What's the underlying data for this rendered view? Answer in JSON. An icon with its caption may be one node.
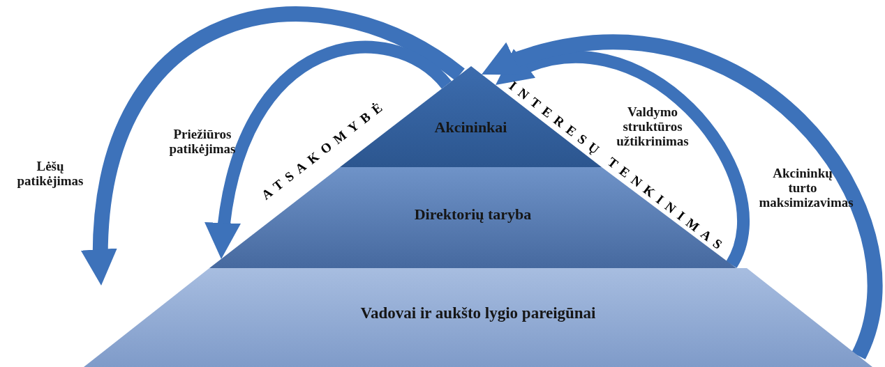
{
  "diagram": {
    "nodes": [
      {
        "text": [
          "Akcininkai"
        ]
      },
      {
        "text": [
          "Direktorių taryba"
        ]
      },
      {
        "text": [
          "Vadovai ir aukšto lygio pareigūnai"
        ]
      }
    ],
    "edges": [
      {
        "from": 0,
        "to": 2,
        "arrow": "to",
        "label": "Lėšų patikėjimas"
      },
      {
        "from": 0,
        "to": 1,
        "arrow": "to",
        "label": "Priežiūros patikėjimas"
      },
      {
        "from": 1,
        "to": 0,
        "arrow": "to",
        "label": "Valdymo struktūros užtikrinimas"
      },
      {
        "from": 2,
        "to": 0,
        "arrow": "to",
        "label": "Akcininkų turto maksimizavimas"
      }
    ],
    "labels": [
      "ATSAKOMYBĖ",
      "INTERESŲ TENKINIMAS"
    ]
  }
}
